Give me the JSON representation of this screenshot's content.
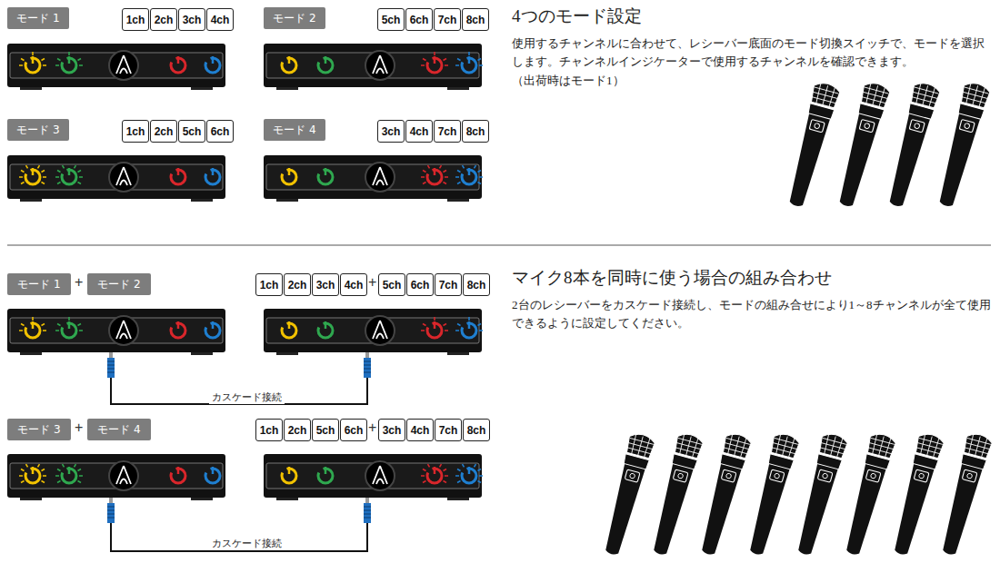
{
  "diagram": {
    "nodes": [
      {
        "text": [
          "モード 1"
        ]
      },
      {
        "text": [
          "1ch"
        ]
      },
      {
        "text": [
          "2ch"
        ]
      },
      {
        "text": [
          "3ch"
        ]
      },
      {
        "text": [
          "4ch"
        ]
      },
      {
        "text": [
          "モード 2"
        ]
      },
      {
        "text": [
          "5ch"
        ]
      },
      {
        "text": [
          "6ch"
        ]
      },
      {
        "text": [
          "7ch"
        ]
      },
      {
        "text": [
          "8ch"
        ]
      },
      {
        "text": [
          "モード 3"
        ]
      },
      {
        "text": [
          "1ch"
        ]
      },
      {
        "text": [
          "2ch"
        ]
      },
      {
        "text": [
          "5ch"
        ]
      },
      {
        "text": [
          "6ch"
        ]
      },
      {
        "text": [
          "モード 4"
        ]
      },
      {
        "text": [
          "3ch"
        ]
      },
      {
        "text": [
          "4ch"
        ]
      },
      {
        "text": [
          "7ch"
        ]
      },
      {
        "text": [
          "8ch"
        ]
      },
      {
        "text": [
          "モード 1"
        ]
      },
      {
        "text": [
          "モード 2"
        ]
      },
      {
        "text": [
          "1ch"
        ]
      },
      {
        "text": [
          "2ch"
        ]
      },
      {
        "text": [
          "3ch"
        ]
      },
      {
        "text": [
          "4ch"
        ]
      },
      {
        "text": [
          "5ch"
        ]
      },
      {
        "text": [
          "6ch"
        ]
      },
      {
        "text": [
          "7ch"
        ]
      },
      {
        "text": [
          "8ch"
        ]
      },
      {
        "text": [
          "モード 3"
        ]
      },
      {
        "text": [
          "モード 4"
        ]
      },
      {
        "text": [
          "1ch"
        ]
      },
      {
        "text": [
          "2ch"
        ]
      },
      {
        "text": [
          "5ch"
        ]
      },
      {
        "text": [
          "6ch"
        ]
      },
      {
        "text": [
          "3ch"
        ]
      },
      {
        "text": [
          "4ch"
        ]
      },
      {
        "text": [
          "7ch"
        ]
      },
      {
        "text": [
          "8ch"
        ]
      }
    ],
    "labels": [
      "4つのモード設定",
      "使用するチャンネルに合わせて、レシーバー底面のモード切換スイッチで、モードを選択します。チャンネルインジケーターで使用するチャンネルを確認できます。",
      "（出荷時はモード1）",
      "マイク8本を同時に使う場合の組み合わせ",
      "2台のレシーバーをカスケード接続し、モードの組み合せにより1～8チャンネルが全て使用できるように設定してください。",
      "+",
      "+",
      "+",
      "+",
      "カスケード接続",
      "カスケード接続"
    ]
  }
}
